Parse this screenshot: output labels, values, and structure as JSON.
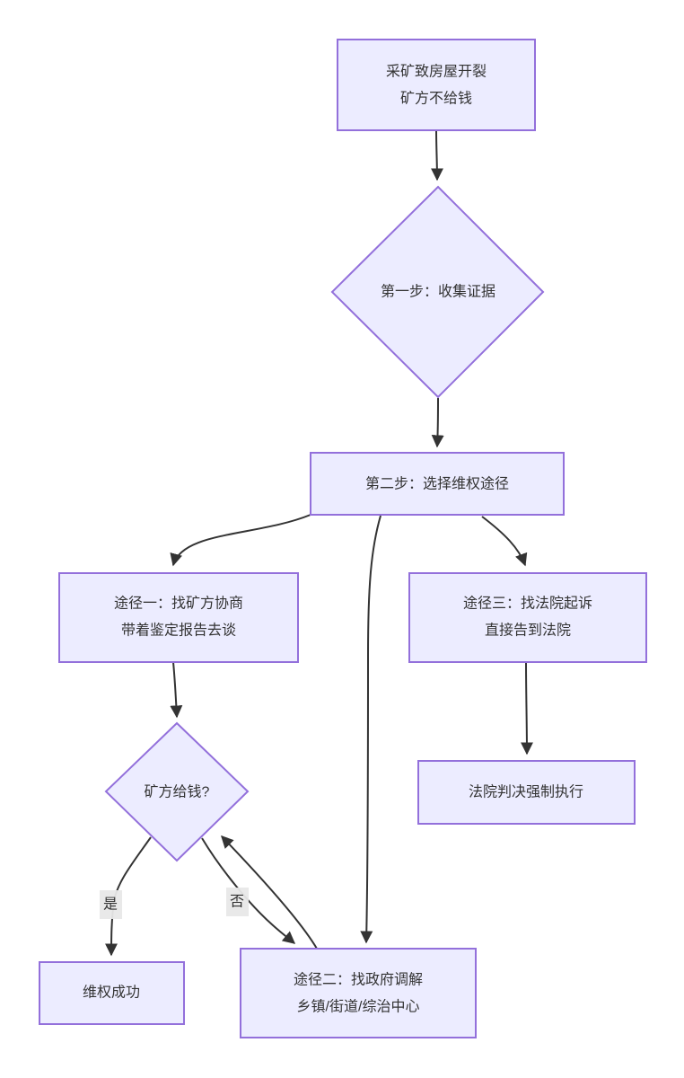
{
  "diagram": {
    "type": "flowchart",
    "direction": "top-down",
    "colors": {
      "canvas_bg": "#ffffff",
      "node_fill": "#ECECFF",
      "node_border": "#9370DB",
      "edge_color": "#333333",
      "text_color": "#333333",
      "label_bg": "#e8e8e8"
    },
    "nodes": {
      "start": {
        "shape": "rect",
        "line1": "采矿致房屋开裂",
        "line2": "矿方不给钱"
      },
      "step1": {
        "shape": "diamond",
        "label": "第一步：收集证据"
      },
      "step2": {
        "shape": "rect",
        "label": "第二步：选择维权途径"
      },
      "path1": {
        "shape": "rect",
        "line1": "途径一：找矿方协商",
        "line2": "带着鉴定报告去谈"
      },
      "path3": {
        "shape": "rect",
        "line1": "途径三：找法院起诉",
        "line2": "直接告到法院"
      },
      "court": {
        "shape": "rect",
        "label": "法院判决强制执行"
      },
      "decision": {
        "shape": "diamond",
        "label": "矿方给钱?"
      },
      "success": {
        "shape": "rect",
        "label": "维权成功"
      },
      "path2": {
        "shape": "rect",
        "line1": "途径二：找政府调解",
        "line2": "乡镇/街道/综治中心"
      }
    },
    "edges": [
      {
        "from": "start",
        "to": "step1",
        "label": ""
      },
      {
        "from": "step1",
        "to": "step2",
        "label": ""
      },
      {
        "from": "step2",
        "to": "path1",
        "label": ""
      },
      {
        "from": "step2",
        "to": "path3",
        "label": ""
      },
      {
        "from": "step2",
        "to": "path2",
        "label": ""
      },
      {
        "from": "path1",
        "to": "decision",
        "label": ""
      },
      {
        "from": "path3",
        "to": "court",
        "label": ""
      },
      {
        "from": "decision",
        "to": "success",
        "label": "是"
      },
      {
        "from": "decision",
        "to": "path2",
        "label": "否"
      },
      {
        "from": "path2",
        "to": "decision",
        "label": ""
      }
    ]
  }
}
